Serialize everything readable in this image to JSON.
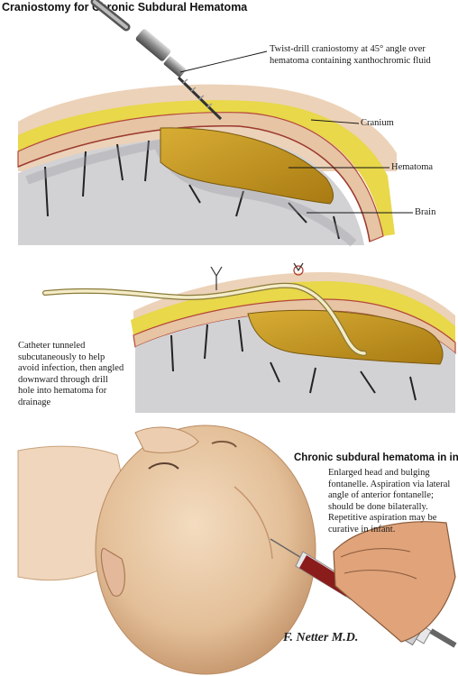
{
  "figure": {
    "title": "Craniostomy for Chronic Subdural Hematoma",
    "panel1": {
      "drill_note": "Twist-drill craniostomy at 45° angle over hematoma containing xanthochromic fluid",
      "label_cranium": "Cranium",
      "label_hematoma": "Hematoma",
      "label_brain": "Brain"
    },
    "panel2": {
      "catheter_note": "Catheter tunneled subcutaneously to help avoid infection, then angled downward through drill hole into hematoma for drainage"
    },
    "panel3": {
      "heading": "Chronic subdural hematoma in infant",
      "note": "Enlarged head and bulging fontanelle. Aspiration via lateral angle of anterior fontanelle; should be done bilaterally. Repetitive aspiration may be curative in infant.",
      "signature": "F. Netter M.D."
    }
  },
  "colors": {
    "hematoma": "#c89a22",
    "fat": "#e8d84a",
    "bone": "#e9c8a8",
    "brain": "#d2d2d4",
    "skin": "#e8c6a4"
  }
}
